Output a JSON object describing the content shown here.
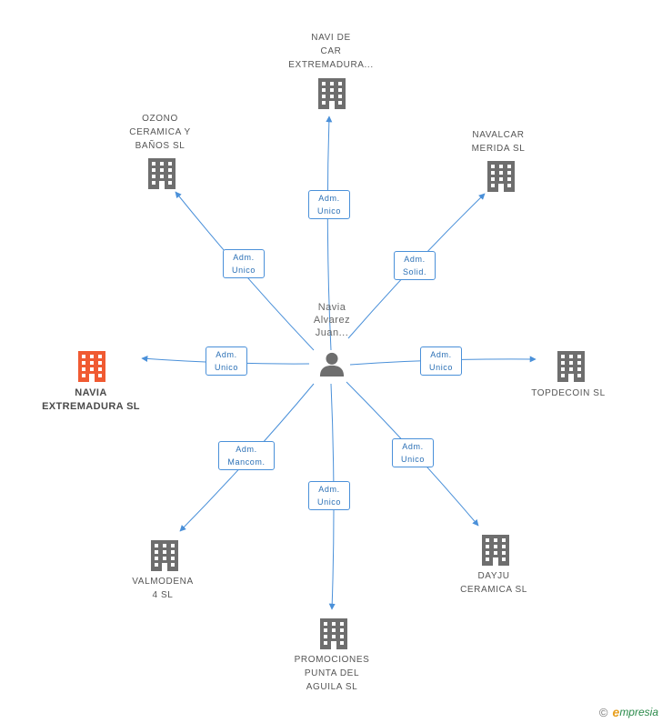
{
  "colors": {
    "edge": "#4a90d9",
    "building": "#6e6e6e",
    "highlight": "#f05a32",
    "person": "#6e6e6e"
  },
  "center": {
    "label": "Navia\nAlvarez\nJuan...",
    "icon": "person-icon"
  },
  "nodes": [
    {
      "id": "navi-de-car",
      "label": "NAVI DE\nCAR\nEXTREMADURA...",
      "role": "Adm.\nUnico",
      "icon": "building-icon",
      "main": false
    },
    {
      "id": "ozono",
      "label": "OZONO\nCERAMICA Y\nBAÑOS SL",
      "role": "Adm.\nUnico",
      "icon": "building-icon",
      "main": false
    },
    {
      "id": "navalcar",
      "label": "NAVALCAR\nMERIDA SL",
      "role": "Adm.\nSolid.",
      "icon": "building-icon",
      "main": false
    },
    {
      "id": "navia-extremadura",
      "label": "NAVIA\nEXTREMADURA SL",
      "role": "Adm.\nUnico",
      "icon": "building-icon",
      "main": true
    },
    {
      "id": "topdecoin",
      "label": "TOPDECOIN SL",
      "role": "Adm.\nUnico",
      "icon": "building-icon",
      "main": false
    },
    {
      "id": "valmodena",
      "label": "VALMODENA\n4 SL",
      "role": "Adm.\nMancom.",
      "icon": "building-icon",
      "main": false
    },
    {
      "id": "promociones",
      "label": "PROMOCIONES\nPUNTA DEL\nAGUILA SL",
      "role": "Adm.\nUnico",
      "icon": "building-icon",
      "main": false
    },
    {
      "id": "dayju",
      "label": "DAYJU\nCERAMICA SL",
      "role": "Adm.\nUnico",
      "icon": "building-icon",
      "main": false
    }
  ],
  "footer": {
    "copyright": "©",
    "brand_initial": "e",
    "brand_rest": "mpresia"
  }
}
